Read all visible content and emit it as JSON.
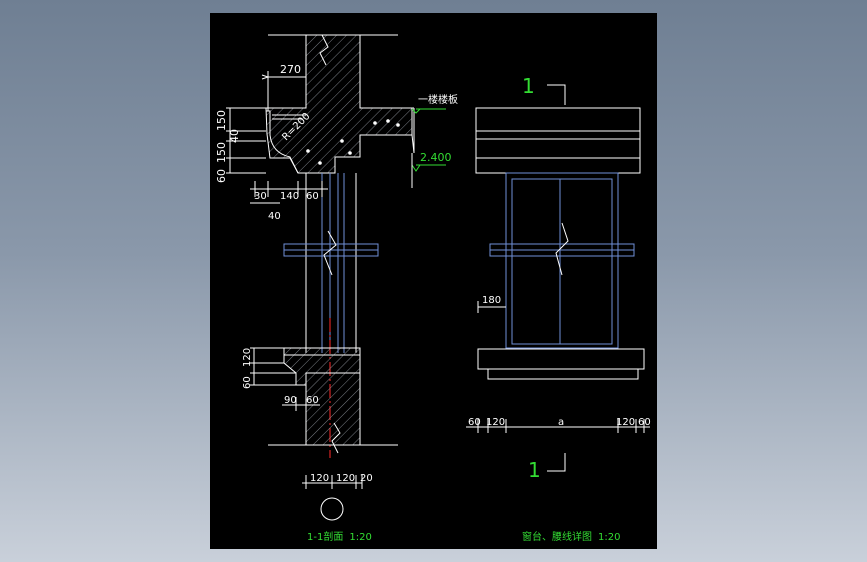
{
  "colors": {
    "background_top": "#6f7f93",
    "background_bottom": "#c9d0da",
    "sheet": "#000000",
    "line": "#ffffff",
    "frame_blue": "#6f8fd8",
    "green": "#33dd33",
    "red": "#ff2a2a",
    "dimension": "#ffffff"
  },
  "section": {
    "title": "1-1剖面",
    "scale": "1:20",
    "dims": {
      "top_width": "270",
      "left_150_upper": "150",
      "left_40": "40",
      "left_150_lower": "150",
      "left_60": "60",
      "radius": "R=200",
      "mid_30": "30",
      "mid_140": "140",
      "mid_60": "60",
      "mid_40": "40",
      "sill_120": "120",
      "sill_60": "60",
      "sill_90": "90",
      "sill_60b": "60",
      "bot_120a": "120",
      "bot_120b": "120",
      "bot_20": "20"
    },
    "level_floor": "一楼楼板",
    "level_elev": "2.400"
  },
  "elevation": {
    "title": "窗台、腰线详图",
    "scale": "1:20",
    "cut_mark_top": "1",
    "cut_mark_bottom": "1",
    "dims": {
      "d180": "180",
      "b60l": "60",
      "b120l": "120",
      "ba": "a",
      "b120r": "120",
      "b60r": "60"
    }
  }
}
